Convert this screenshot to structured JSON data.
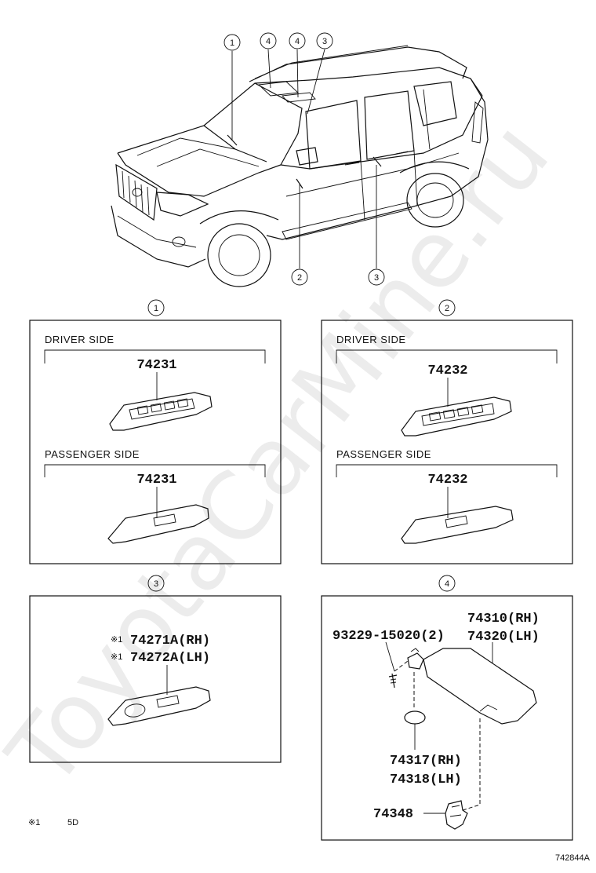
{
  "callouts": [
    "1",
    "2",
    "3",
    "4"
  ],
  "car_labels": [
    {
      "text": "1"
    },
    {
      "text": "4"
    },
    {
      "text": "4"
    },
    {
      "text": "3"
    },
    {
      "text": "2"
    },
    {
      "text": "3"
    }
  ],
  "panel1": {
    "callout": "1",
    "driver_label": "DRIVER  SIDE",
    "driver_part": "74231",
    "passenger_label": "PASSENGER  SIDE",
    "passenger_part": "74231"
  },
  "panel2": {
    "callout": "2",
    "driver_label": "DRIVER  SIDE",
    "driver_part": "74232",
    "passenger_label": "PASSENGER  SIDE",
    "passenger_part": "74232"
  },
  "panel3": {
    "callout": "3",
    "mark1": "※1",
    "part_rh": "74271A(RH)",
    "mark2": "※1",
    "part_lh": "74272A(LH)"
  },
  "panel4": {
    "callout": "4",
    "screw": "93229-15020(2)",
    "visor_rh": "74310(RH)",
    "visor_lh": "74320(LH)",
    "pad_rh": "74317(RH)",
    "pad_lh": "74318(LH)",
    "clip": "74348"
  },
  "footnote": {
    "mark": "※1",
    "text": "5D"
  },
  "figure_code": "742844A",
  "watermark": "ToyotaCarMine.ru"
}
